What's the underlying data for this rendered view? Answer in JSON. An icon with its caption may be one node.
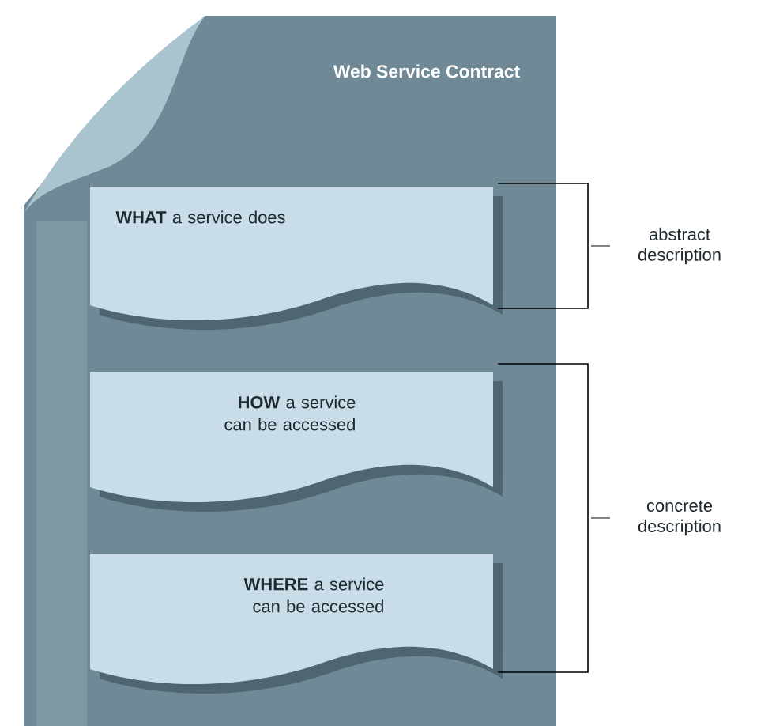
{
  "diagram": {
    "nodes": [
      {
        "text": [
          "Web Service Contract"
        ]
      },
      {
        "text": [
          "**WHAT** a service does"
        ],
        "in": 0
      },
      {
        "text": [
          "**HOW** a service can be accessed"
        ],
        "in": 0
      },
      {
        "text": [
          "**WHERE** a service can be accessed"
        ],
        "in": 0
      }
    ],
    "labels": [
      "abstract description",
      "concrete description"
    ]
  }
}
